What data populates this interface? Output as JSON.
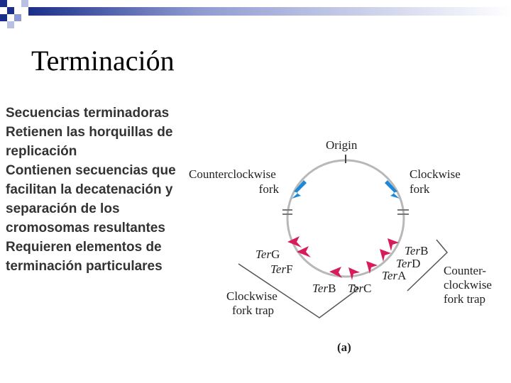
{
  "slide": {
    "title": "Terminación",
    "bullets": [
      "Secuencias terminadoras",
      "Retienen las horquillas de replicación",
      "Contienen secuencias que facilitan la decatenación y separación de los cromosomas resultantes",
      "Requieren elementos de terminación particulares"
    ]
  },
  "diagram": {
    "origin_label": "Origin",
    "ccw_fork_label": [
      "Counterclockwise",
      "fork"
    ],
    "cw_fork_label": [
      "Clockwise",
      "fork"
    ],
    "ter_prefix": "Ter",
    "ter_sites": {
      "G": "G",
      "F": "F",
      "B_left": "B",
      "C": "C",
      "A": "A",
      "D": "D",
      "B_right": "B"
    },
    "cw_trap_label": [
      "Clockwise",
      "fork trap"
    ],
    "ccw_trap_label": [
      "Counter-",
      "clockwise",
      "fork trap"
    ],
    "panel_label": "(a)",
    "colors": {
      "fork_arrow": "#1e88d8",
      "ter_arrow": "#d81b5a",
      "circle": "#b8b8b8",
      "trap_bracket": "#555555"
    }
  },
  "decor": {
    "bar_colors": [
      "#1b2f8a",
      "#b9c0e4"
    ]
  }
}
